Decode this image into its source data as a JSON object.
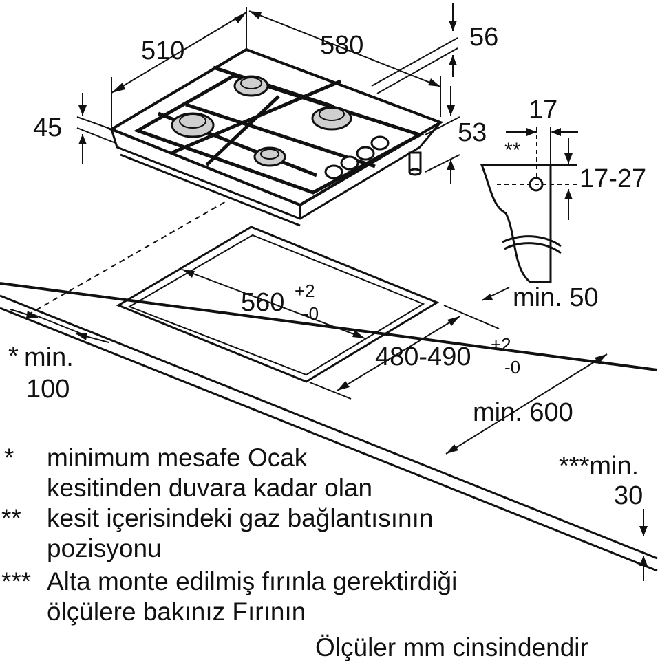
{
  "dimensions": {
    "hob_depth": "510",
    "hob_width": "580",
    "hob_top_height": "56",
    "hob_edge_height": "45",
    "hob_below_height": "53",
    "gas_offset_x": "17",
    "gas_offset_y": "17-27",
    "gas_marker": "**",
    "cutout_width": "560",
    "cutout_width_tol_plus": "+2",
    "cutout_width_tol_minus": "-0",
    "cutout_depth": "480-490",
    "cutout_depth_tol_plus": "+2",
    "cutout_depth_tol_minus": "-0",
    "min_wall_front_star": "*",
    "min_wall_front_label": "min.",
    "min_wall_front_value": "100",
    "min_back": "min. 50",
    "min_worktop": "min. 600",
    "min_below_label": "***min.",
    "min_below_value": "30"
  },
  "notes": [
    {
      "marker": "*",
      "lines": [
        "minimum mesafe Ocak",
        "kesitinden duvara kadar olan"
      ]
    },
    {
      "marker": "**",
      "lines": [
        "kesit içerisindeki gaz bağlantısının",
        "pozisyonu"
      ]
    },
    {
      "marker": "***",
      "lines": [
        "Alta monte edilmiş fırınla gerektirdiği",
        "ölçülere bakınız Fırının"
      ]
    }
  ],
  "units_note": "Ölçüler mm cinsindendir",
  "colors": {
    "line": "#111111",
    "burner": "#cfcfcf",
    "background": "#ffffff"
  }
}
